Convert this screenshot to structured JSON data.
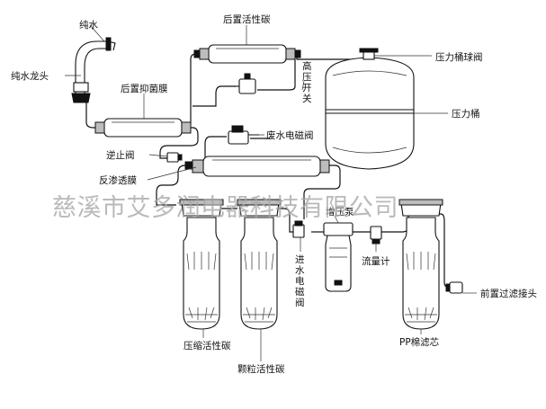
{
  "labels": {
    "pure_water": "纯水",
    "pure_faucet": "纯水龙头",
    "post_carbon": "后置活性碳",
    "post_antibacterial": "后置抑菌膜",
    "high_pressure_switch": [
      "高",
      "压",
      "开",
      "关"
    ],
    "pressure_tank_valve": "压力桶球阀",
    "pressure_tank": "压力桶",
    "waste_solenoid": "废水电磁阀",
    "check_valve": "逆止阀",
    "ro_membrane": "反渗透膜",
    "booster_pump": "增压泵",
    "flow_meter": "流量计",
    "inlet_solenoid": [
      "进",
      "水",
      "电",
      "磁",
      "阀"
    ],
    "pre_filter_connector": "前置过滤接头",
    "compressed_carbon": "压缩活性碳",
    "granular_carbon": "颗粒活性碳",
    "pp_cotton": "PP棉滤芯"
  },
  "watermark": "慈溪市艾多润电器科技有限公司"
}
